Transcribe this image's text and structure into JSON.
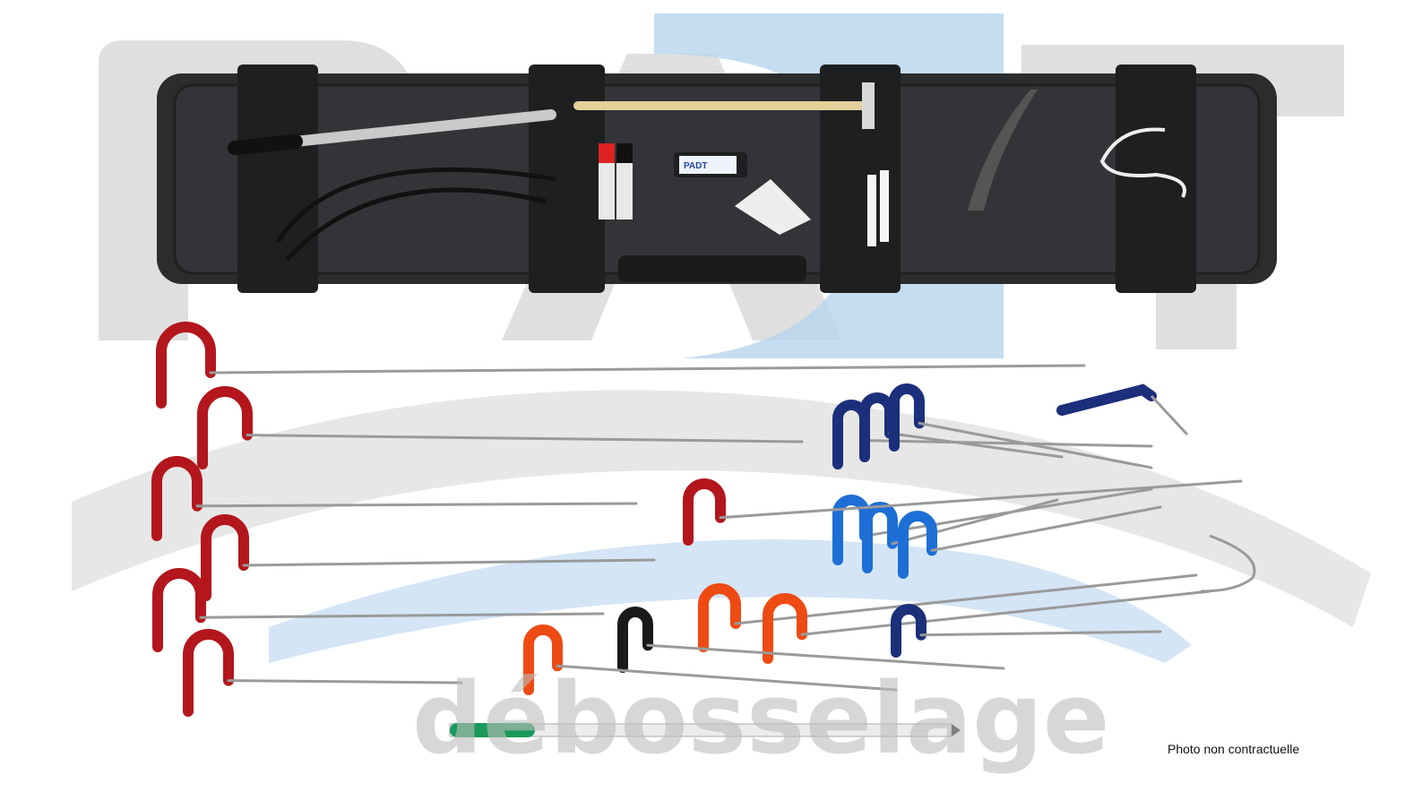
{
  "photo": {
    "caption": "Photo non contractuelle",
    "watermark_logo": "PADT",
    "watermark_text": "débosselage",
    "case_label_logo": "PADT"
  },
  "colors": {
    "case": "#2b2c2e",
    "red_handle": "#b3161d",
    "navy_handle": "#1c2f7a",
    "blue_handle": "#1d6fd6",
    "orange_handle": "#ee4a14",
    "black_handle": "#1a1a1a",
    "green_grip": "#1a9a5a",
    "watermark_gray": "#b9b9b9",
    "watermark_blue": "#b8d4ee"
  }
}
